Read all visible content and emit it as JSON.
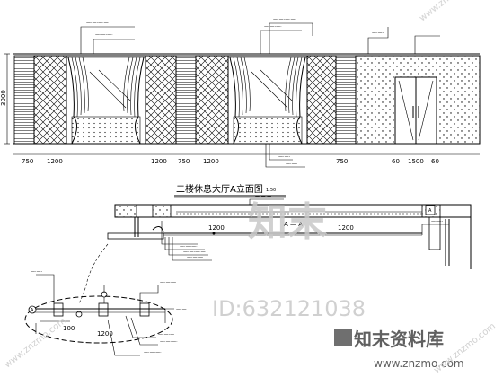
{
  "dimensions": {
    "height_label": "3000",
    "top_row": [
      "750",
      "1200",
      "1200",
      "750",
      "1200",
      "750",
      "60",
      "1500",
      "60"
    ],
    "detail_1200_a": "1200",
    "detail_1200_b": "1200",
    "detail_100": "100",
    "detail_1200_c": "1200"
  },
  "elevation_title": "二楼休息大厅A立面图",
  "elevation_scale": "1:50",
  "section_label": "A — A",
  "section_marker_a": "A",
  "detail_marker": "A",
  "watermark": {
    "id_text": "ID:632121038",
    "brand_big": "知末",
    "brand_cn": "知末资料库",
    "site": "www.znzmo.com"
  }
}
